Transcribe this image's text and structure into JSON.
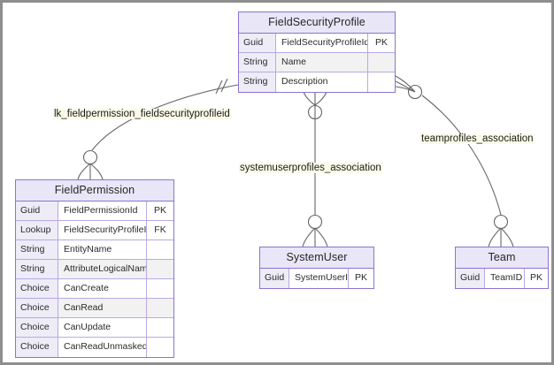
{
  "diagram": {
    "title": "entity-relationship-diagram",
    "canvas_background": "#ffffff",
    "border_color": "#8e8e8e",
    "entity_border_color": "#8b74d1",
    "entity_header_color": "#e9e6f8",
    "type_column_color": "#eeecf7",
    "label_highlight_color": "#fbfbe8",
    "connector_color": "#666666"
  },
  "entities": [
    {
      "id": "fieldsecurityprofile",
      "name": "FieldSecurityProfile",
      "attributes": [
        {
          "type": "Guid",
          "name": "FieldSecurityProfileId",
          "key": "PK"
        },
        {
          "type": "String",
          "name": "Name",
          "key": ""
        },
        {
          "type": "String",
          "name": "Description",
          "key": ""
        }
      ]
    },
    {
      "id": "fieldpermission",
      "name": "FieldPermission",
      "attributes": [
        {
          "type": "Guid",
          "name": "FieldPermissionId",
          "key": "PK"
        },
        {
          "type": "Lookup",
          "name": "FieldSecurityProfileId",
          "key": "FK"
        },
        {
          "type": "String",
          "name": "EntityName",
          "key": ""
        },
        {
          "type": "String",
          "name": "AttributeLogicalName",
          "key": ""
        },
        {
          "type": "Choice",
          "name": "CanCreate",
          "key": ""
        },
        {
          "type": "Choice",
          "name": "CanRead",
          "key": ""
        },
        {
          "type": "Choice",
          "name": "CanUpdate",
          "key": ""
        },
        {
          "type": "Choice",
          "name": "CanReadUnmasked",
          "key": ""
        }
      ]
    },
    {
      "id": "systemuser",
      "name": "SystemUser",
      "attributes": [
        {
          "type": "Guid",
          "name": "SystemUserId",
          "key": "PK"
        }
      ]
    },
    {
      "id": "team",
      "name": "Team",
      "attributes": [
        {
          "type": "Guid",
          "name": "TeamID",
          "key": "PK"
        }
      ]
    }
  ],
  "relationships": [
    {
      "id": "lk",
      "label": "lk_fieldpermission_fieldsecurityprofileid",
      "from": "FieldSecurityProfile",
      "to": "FieldPermission",
      "from_cardinality": "exactly-one",
      "to_cardinality": "zero-or-many"
    },
    {
      "id": "systemuserprofiles",
      "label": "systemuserprofiles_association",
      "from": "FieldSecurityProfile",
      "to": "SystemUser",
      "from_cardinality": "zero-or-many",
      "to_cardinality": "zero-or-many"
    },
    {
      "id": "teamprofiles",
      "label": "teamprofiles_association",
      "from": "FieldSecurityProfile",
      "to": "Team",
      "from_cardinality": "zero-or-many",
      "to_cardinality": "zero-or-many"
    }
  ]
}
